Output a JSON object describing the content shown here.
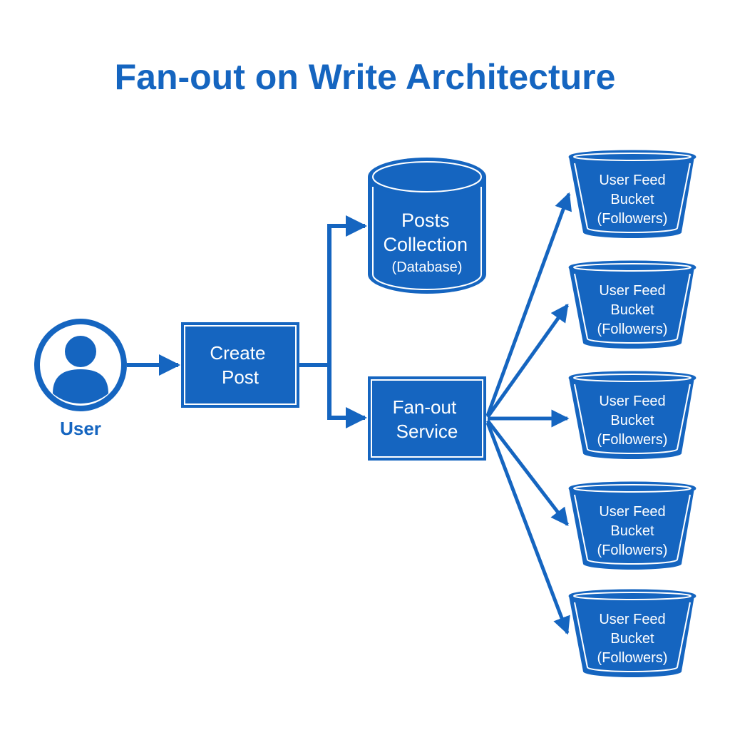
{
  "title": "Fan-out on Write Architecture",
  "colors": {
    "primary": "#1565c0",
    "fill": "#1565c0",
    "text": "#ffffff",
    "background": "#ffffff"
  },
  "nodes": {
    "user": {
      "label": "User",
      "icon": "user-icon"
    },
    "create_post": {
      "lines": [
        "Create",
        "Post"
      ]
    },
    "posts_collection": {
      "lines": [
        "Posts",
        "Collection",
        "(Database)"
      ]
    },
    "fanout_service": {
      "lines": [
        "Fan-out",
        "Service"
      ]
    },
    "buckets": [
      {
        "lines": [
          "User Feed",
          "Bucket",
          "(Followers)"
        ]
      },
      {
        "lines": [
          "User Feed",
          "Bucket",
          "(Followers)"
        ]
      },
      {
        "lines": [
          "User Feed",
          "Bucket",
          "(Followers)"
        ]
      },
      {
        "lines": [
          "User Feed",
          "Bucket",
          "(Followers)"
        ]
      },
      {
        "lines": [
          "User Feed",
          "Bucket",
          "(Followers)"
        ]
      }
    ]
  },
  "edges": [
    {
      "from": "user",
      "to": "create_post"
    },
    {
      "from": "create_post",
      "to": "posts_collection"
    },
    {
      "from": "create_post",
      "to": "fanout_service"
    },
    {
      "from": "fanout_service",
      "to": "bucket-1"
    },
    {
      "from": "fanout_service",
      "to": "bucket-2"
    },
    {
      "from": "fanout_service",
      "to": "bucket-3"
    },
    {
      "from": "fanout_service",
      "to": "bucket-4"
    },
    {
      "from": "fanout_service",
      "to": "bucket-5"
    }
  ]
}
